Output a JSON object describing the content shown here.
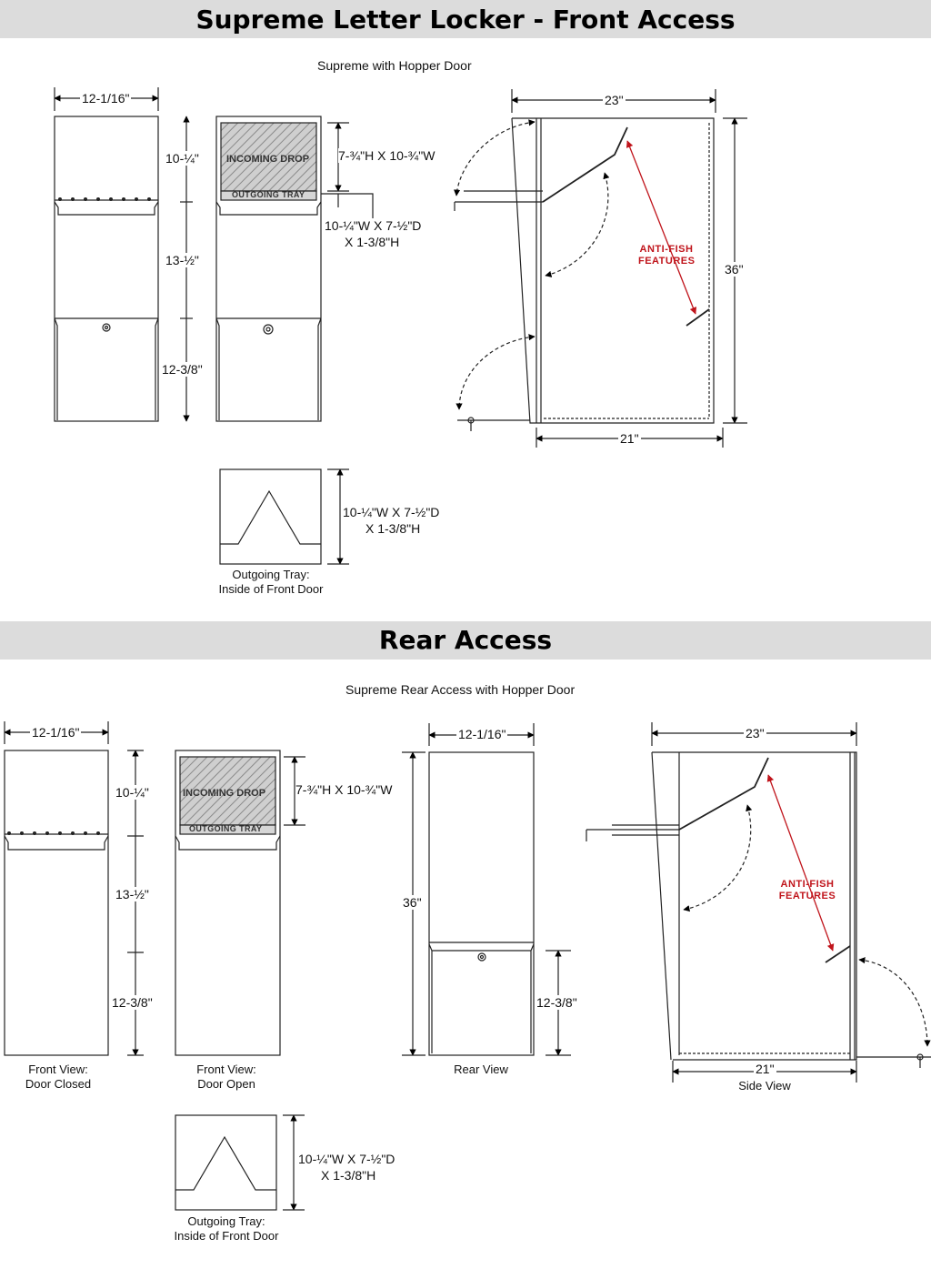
{
  "sections": {
    "front": {
      "title": "Supreme Letter Locker - Front Access",
      "subtitle": "Supreme with Hopper Door"
    },
    "rear": {
      "title": "Rear Access",
      "subtitle": "Supreme Rear Access with Hopper Door"
    }
  },
  "labels": {
    "incoming_drop": "INCOMING DROP",
    "outgoing_tray": "OUTGOING TRAY",
    "anti_fish": "ANTI-FISH FEATURES"
  },
  "dimensions": {
    "width": "12-1/16\"",
    "top_height": "10-¼\"",
    "mid_height": "13-½\"",
    "bottom_height": "12-3/8\"",
    "drop_opening": "7-¾\"H X 10-¾\"W",
    "tray_line1": "10-¼\"W X 7-½\"D",
    "tray_line2": "X 1-3/8\"H",
    "depth_top": "23\"",
    "depth_bottom": "21\"",
    "total_height": "36\""
  },
  "captions": {
    "tray_l1": "Outgoing Tray:",
    "tray_l2": "Inside of Front Door",
    "front_closed_l1": "Front View:",
    "front_closed_l2": "Door Closed",
    "front_open_l1": "Front View:",
    "front_open_l2": "Door Open",
    "rear_view": "Rear View",
    "side_view": "Side View"
  },
  "colors": {
    "accent": "#c0141b",
    "band": "#dcdcdc",
    "hatch": "#9a9a9a"
  }
}
